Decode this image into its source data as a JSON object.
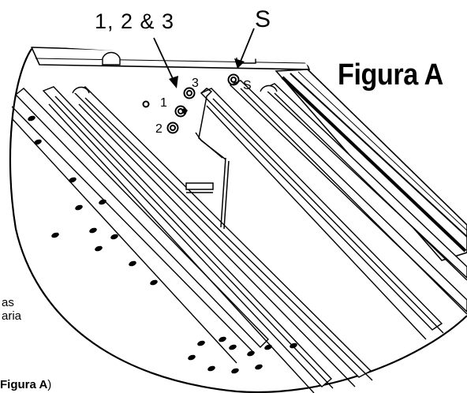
{
  "callouts": {
    "group_label": "1, 2 & 3",
    "s_label": "S"
  },
  "figure": {
    "title": "Figura A"
  },
  "diagram_labels": {
    "n1": "1",
    "n2": "2",
    "n3": "3",
    "s": "S"
  },
  "text_fragments": {
    "line1": "as",
    "line2": "aria",
    "line3_bold": "Figura A",
    "line3_tail": ")"
  }
}
